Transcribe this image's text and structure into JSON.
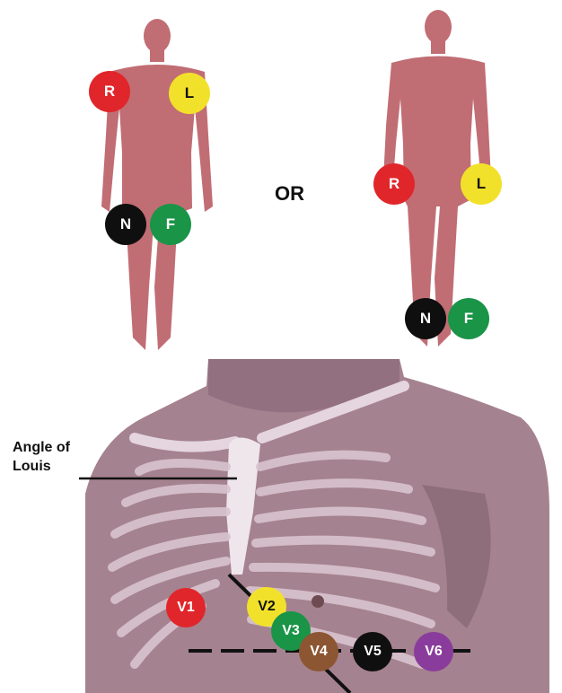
{
  "colors": {
    "skin": "#c16d74",
    "chest_skin": "#a5828f",
    "red": "#e0262b",
    "yellow": "#f2e12a",
    "black": "#0f0f0f",
    "green": "#1a9447",
    "brown": "#8b5631",
    "purple": "#8a3c9c"
  },
  "limb_electrodes": {
    "right_arm": "R",
    "left_arm": "L",
    "neutral": "N",
    "foot": "F"
  },
  "or_text": "OR",
  "annotation": {
    "line1": "Angle of",
    "line2": "Louis"
  },
  "chest_electrodes": [
    "V1",
    "V2",
    "V3",
    "V4",
    "V5",
    "V6"
  ]
}
